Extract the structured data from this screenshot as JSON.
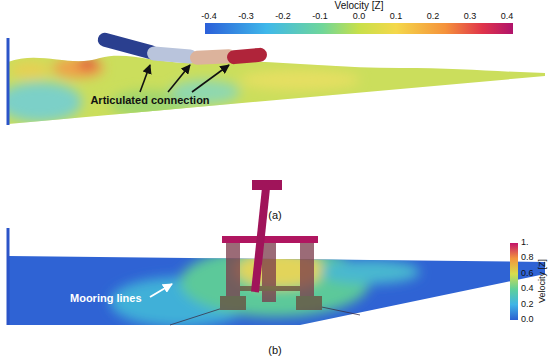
{
  "diagram": {
    "labels": [
      "Velocity [Z]",
      "-0.4",
      "-0.3",
      "-0.2",
      "-0.1",
      "0.0",
      "0.1",
      "0.2",
      "0.3",
      "0.4",
      "Articulated connection",
      "(a)",
      "1.",
      "0.8",
      "0.6",
      "0.4",
      "0.2",
      "0.0",
      "Velocity [Z]",
      "Mooring lines",
      "(b)"
    ]
  }
}
